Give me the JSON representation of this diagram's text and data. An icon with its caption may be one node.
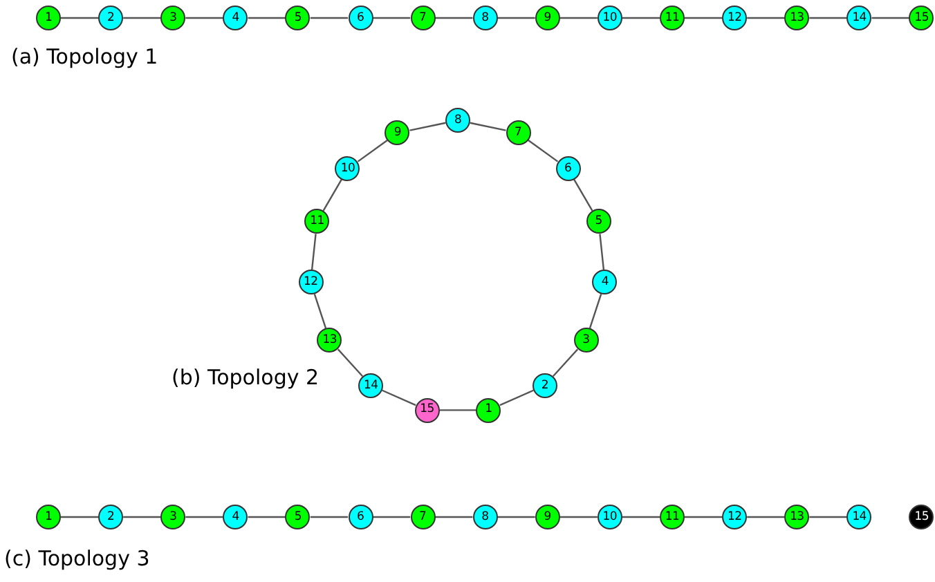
{
  "diagram": {
    "nodes": [
      {
        "text": [
          "1"
        ]
      },
      {
        "text": [
          "2"
        ]
      },
      {
        "text": [
          "3"
        ]
      },
      {
        "text": [
          "4"
        ]
      },
      {
        "text": [
          "5"
        ]
      },
      {
        "text": [
          "6"
        ]
      },
      {
        "text": [
          "7"
        ]
      },
      {
        "text": [
          "8"
        ]
      },
      {
        "text": [
          "9"
        ]
      },
      {
        "text": [
          "10"
        ]
      },
      {
        "text": [
          "11"
        ]
      },
      {
        "text": [
          "12"
        ]
      },
      {
        "text": [
          "13"
        ]
      },
      {
        "text": [
          "14"
        ]
      },
      {
        "text": [
          "15"
        ]
      },
      {
        "text": [
          "1"
        ]
      },
      {
        "text": [
          "2"
        ]
      },
      {
        "text": [
          "3"
        ]
      },
      {
        "text": [
          "4"
        ]
      },
      {
        "text": [
          "5"
        ]
      },
      {
        "text": [
          "6"
        ]
      },
      {
        "text": [
          "7"
        ]
      },
      {
        "text": [
          "8"
        ]
      },
      {
        "text": [
          "9"
        ]
      },
      {
        "text": [
          "10"
        ]
      },
      {
        "text": [
          "11"
        ]
      },
      {
        "text": [
          "12"
        ]
      },
      {
        "text": [
          "13"
        ]
      },
      {
        "text": [
          "14"
        ]
      },
      {
        "text": [
          "15"
        ]
      },
      {
        "text": [
          "1"
        ]
      },
      {
        "text": [
          "2"
        ]
      },
      {
        "text": [
          "3"
        ]
      },
      {
        "text": [
          "4"
        ]
      },
      {
        "text": [
          "5"
        ]
      },
      {
        "text": [
          "6"
        ]
      },
      {
        "text": [
          "7"
        ]
      },
      {
        "text": [
          "8"
        ]
      },
      {
        "text": [
          "9"
        ]
      },
      {
        "text": [
          "10"
        ]
      },
      {
        "text": [
          "11"
        ]
      },
      {
        "text": [
          "12"
        ]
      },
      {
        "text": [
          "13"
        ]
      },
      {
        "text": [
          "14"
        ]
      },
      {
        "text": [
          "15"
        ]
      }
    ],
    "edges": [
      {
        "from": 0,
        "to": 1,
        "arrow": "none"
      },
      {
        "from": 1,
        "to": 2,
        "arrow": "none"
      },
      {
        "from": 2,
        "to": 3,
        "arrow": "none"
      },
      {
        "from": 3,
        "to": 4,
        "arrow": "none"
      },
      {
        "from": 4,
        "to": 5,
        "arrow": "none"
      },
      {
        "from": 5,
        "to": 6,
        "arrow": "none"
      },
      {
        "from": 6,
        "to": 7,
        "arrow": "none"
      },
      {
        "from": 7,
        "to": 8,
        "arrow": "none"
      },
      {
        "from": 8,
        "to": 9,
        "arrow": "none"
      },
      {
        "from": 9,
        "to": 10,
        "arrow": "none"
      },
      {
        "from": 10,
        "to": 11,
        "arrow": "none"
      },
      {
        "from": 11,
        "to": 12,
        "arrow": "none"
      },
      {
        "from": 12,
        "to": 13,
        "arrow": "none"
      },
      {
        "from": 13,
        "to": 14,
        "arrow": "none"
      },
      {
        "from": 15,
        "to": 16,
        "arrow": "none"
      },
      {
        "from": 16,
        "to": 17,
        "arrow": "none"
      },
      {
        "from": 17,
        "to": 18,
        "arrow": "none"
      },
      {
        "from": 18,
        "to": 19,
        "arrow": "none"
      },
      {
        "from": 19,
        "to": 20,
        "arrow": "none"
      },
      {
        "from": 20,
        "to": 21,
        "arrow": "none"
      },
      {
        "from": 21,
        "to": 22,
        "arrow": "none"
      },
      {
        "from": 22,
        "to": 23,
        "arrow": "none"
      },
      {
        "from": 23,
        "to": 24,
        "arrow": "none"
      },
      {
        "from": 24,
        "to": 25,
        "arrow": "none"
      },
      {
        "from": 25,
        "to": 26,
        "arrow": "none"
      },
      {
        "from": 26,
        "to": 27,
        "arrow": "none"
      },
      {
        "from": 27,
        "to": 28,
        "arrow": "none"
      },
      {
        "from": 28,
        "to": 29,
        "arrow": "none"
      },
      {
        "from": 29,
        "to": 15,
        "arrow": "none"
      },
      {
        "from": 30,
        "to": 31,
        "arrow": "none"
      },
      {
        "from": 31,
        "to": 32,
        "arrow": "none"
      },
      {
        "from": 32,
        "to": 33,
        "arrow": "none"
      },
      {
        "from": 33,
        "to": 34,
        "arrow": "none"
      },
      {
        "from": 34,
        "to": 35,
        "arrow": "none"
      },
      {
        "from": 35,
        "to": 36,
        "arrow": "none"
      },
      {
        "from": 36,
        "to": 37,
        "arrow": "none"
      },
      {
        "from": 37,
        "to": 38,
        "arrow": "none"
      },
      {
        "from": 38,
        "to": 39,
        "arrow": "none"
      },
      {
        "from": 39,
        "to": 40,
        "arrow": "none"
      },
      {
        "from": 40,
        "to": 41,
        "arrow": "none"
      },
      {
        "from": 41,
        "to": 42,
        "arrow": "none"
      },
      {
        "from": 42,
        "to": 43,
        "arrow": "none"
      }
    ],
    "labels": [
      "(a) Topology 1",
      "(b) Topology 2",
      "(c) Topology 3"
    ]
  }
}
